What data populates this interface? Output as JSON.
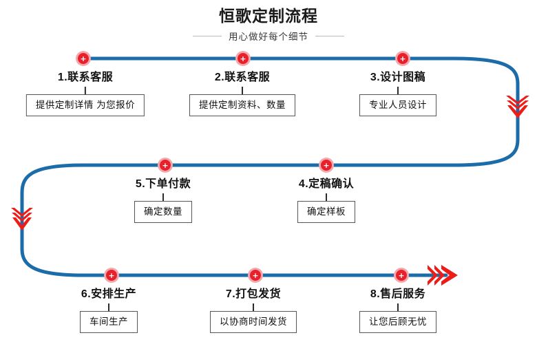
{
  "header": {
    "title": "恒歌定制流程",
    "subtitle": "用心做好每个细节"
  },
  "colors": {
    "line": "#1b6ca8",
    "node": "#e8202a",
    "node_halo": "#f4a8ae",
    "arrow": "#ee1c18",
    "box_border": "#555555",
    "text": "#111111"
  },
  "node_symbol": "+",
  "steps": [
    {
      "id": "step-1",
      "label": "1.联系客服",
      "box": "提供定制详情 为您报价"
    },
    {
      "id": "step-2",
      "label": "2.联系客服",
      "box": "提供定制资料、数量"
    },
    {
      "id": "step-3",
      "label": "3.设计图稿",
      "box": "专业人员设计"
    },
    {
      "id": "step-4",
      "label": "4.定稿确认",
      "box": "确定样板"
    },
    {
      "id": "step-5",
      "label": "5.下单付款",
      "box": "确定数量"
    },
    {
      "id": "step-6",
      "label": "6.安排生产",
      "box": "车间生产"
    },
    {
      "id": "step-7",
      "label": "7.打包发货",
      "box": "以协商时间发货"
    },
    {
      "id": "step-8",
      "label": "8.售后服务",
      "box": "让您后顾无忧"
    }
  ],
  "arrows": [
    {
      "id": "arrow-right-turn",
      "direction": "down"
    },
    {
      "id": "arrow-left-turn",
      "direction": "down"
    },
    {
      "id": "arrow-end",
      "direction": "right"
    }
  ]
}
